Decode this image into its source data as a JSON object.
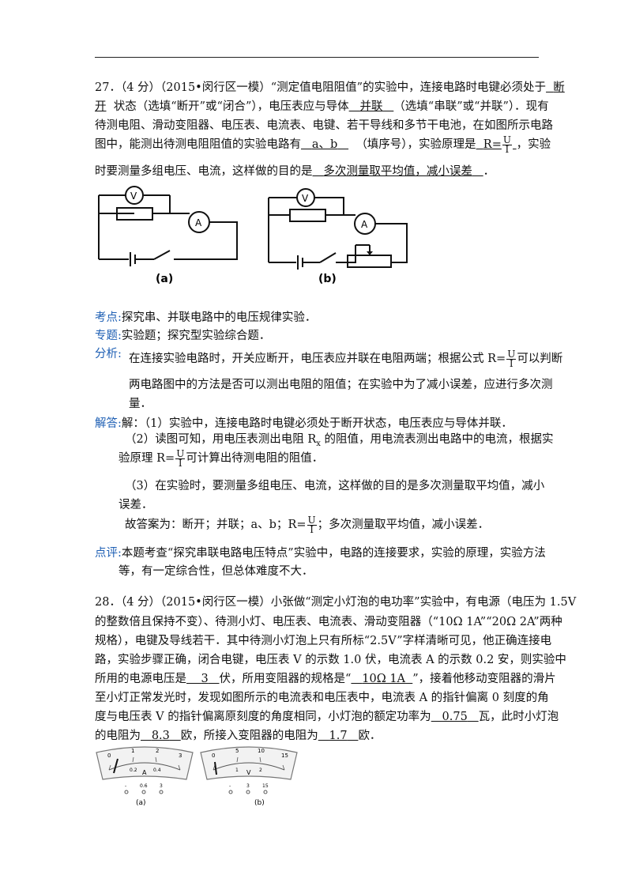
{
  "q27": {
    "lines": [
      "27．（4 分）（2015•闵行区一模）“测定值电阻阻值”的实验中，连接电路时电键必须处于",
      "开",
      "状态（选填“断开”或“闭合”），电压表应与导体",
      "（选填“串联”或“并联”）．现有",
      "待测电阻、滑动变阻器、电压表、电流表、电键、若干导线和多节干电池，在如图所示电路",
      "图中，能测出待测电阻阻值的实验电路有",
      "（填序号），实验原理是",
      "，实验",
      "时要测量多组电压、电流，这样做的目的是",
      "．"
    ],
    "ans1a": "断",
    "ans2": "并联",
    "ans3": "a、b",
    "formula_r": "R=",
    "formula_n": "U",
    "formula_d": "I",
    "ans5": "多次测量取平均值，减小误差",
    "fig_a": "(a)",
    "fig_b": "(b)",
    "meter_v": "V",
    "meter_a": "A",
    "kaodian_label": "考点:",
    "kaodian": "探究串、并联电路中的电压规律实验．",
    "zhuanti_label": "专题:",
    "zhuanti": "实验题；探究型实验综合题．",
    "fenxi_label": "分析:",
    "fenxi1a": "在连接实验电路时，开关应断开，电压表应并联在电阻两端；根据公式 ",
    "fenxi1b": "可以判断",
    "fenxi2": "两电路图中的方法是否可以测出电阻的阻值；在实验中为了减小误差，应进行多次测",
    "fenxi3": "量．",
    "jieda_label": "解答:",
    "jieda1": "解：（1）实验中，连接电路时电键必须处于断开状态，电压表应与导体并联．",
    "jieda2a": "（2）读图可知，用电压表测出电阻 R",
    "jieda2sub": "x",
    "jieda2b": " 的阻值，用电流表测出电路中的电流，根据实",
    "jieda3a": "验原理 ",
    "jieda3b": "可计算出待测电阻的阻值．",
    "jieda4": "（3）在实验时，要测量多组电压、电流，这样做的目的是多次测量取平均值，减小",
    "jieda5": "误差．",
    "jieda6a": "故答案为：断开；并联；a、b；",
    "jieda6b": "；多次测量取平均值，减小误差．",
    "dianping_label": "点评:",
    "dianping1": "本题考查“探究串联电路电压特点”实验中，电路的连接要求，实验的原理，实验方法",
    "dianping2": "等，有一定综合性，但总体难度不大．"
  },
  "q28": {
    "l1": "28．（4 分）（2015•闵行区一模）小张做“测定小灯泡的电功率”实验中，有电源（电压为 1.5V",
    "l2": "的整数倍且保持不变）、待测小灯、电压表、电流表、滑动变阻器（“10Ω 1A”“20Ω 2A”两种",
    "l3": "规格），电键及导线若干．其中待测小灯泡上只有所标“2.5V”字样清晰可见，他正确连接电",
    "l4": "路，实验步骤正确，闭合电键，电压表 V 的示数 1.0 伏，电流表 A 的示数 0.2 安，则实验中",
    "l5a": "所用的电源电压是",
    "l5b": "伏，所用变阻器的规格是“",
    "l5c": "”，接着他移动变阻器的滑片",
    "l6": "至小灯正常发光时，发现如图所示的电流表和电压表中，电流表 A 的指针偏离 0 刻度的角",
    "l7a": "度与电压表 V 的指针偏离原刻度的角度相同，小灯泡的额定功率为",
    "l7b": "瓦，此时小灯泡",
    "l8a": "的电阻为",
    "l8b": "欧，所接入变阻器的电阻为",
    "l8c": "欧．",
    "a_voltage": "3",
    "a_spec": "10Ω 1A",
    "a_power": "0.75",
    "a_res1": "8.3",
    "a_res2": "1.7",
    "fig_a": "(a)",
    "fig_b": "(b)",
    "ammeter_letter": "A",
    "voltmeter_letter": "V",
    "amm_ticks": [
      "0",
      "1",
      "2",
      "3"
    ],
    "amm_sub": [
      "0.2",
      "0.4"
    ],
    "amm_terms": [
      "-",
      "0.6",
      "3"
    ],
    "volt_ticks": [
      "0",
      "5",
      "10",
      "15"
    ],
    "volt_sub": [
      "1",
      "2"
    ],
    "volt_terms": [
      "-",
      "3",
      "15"
    ]
  }
}
